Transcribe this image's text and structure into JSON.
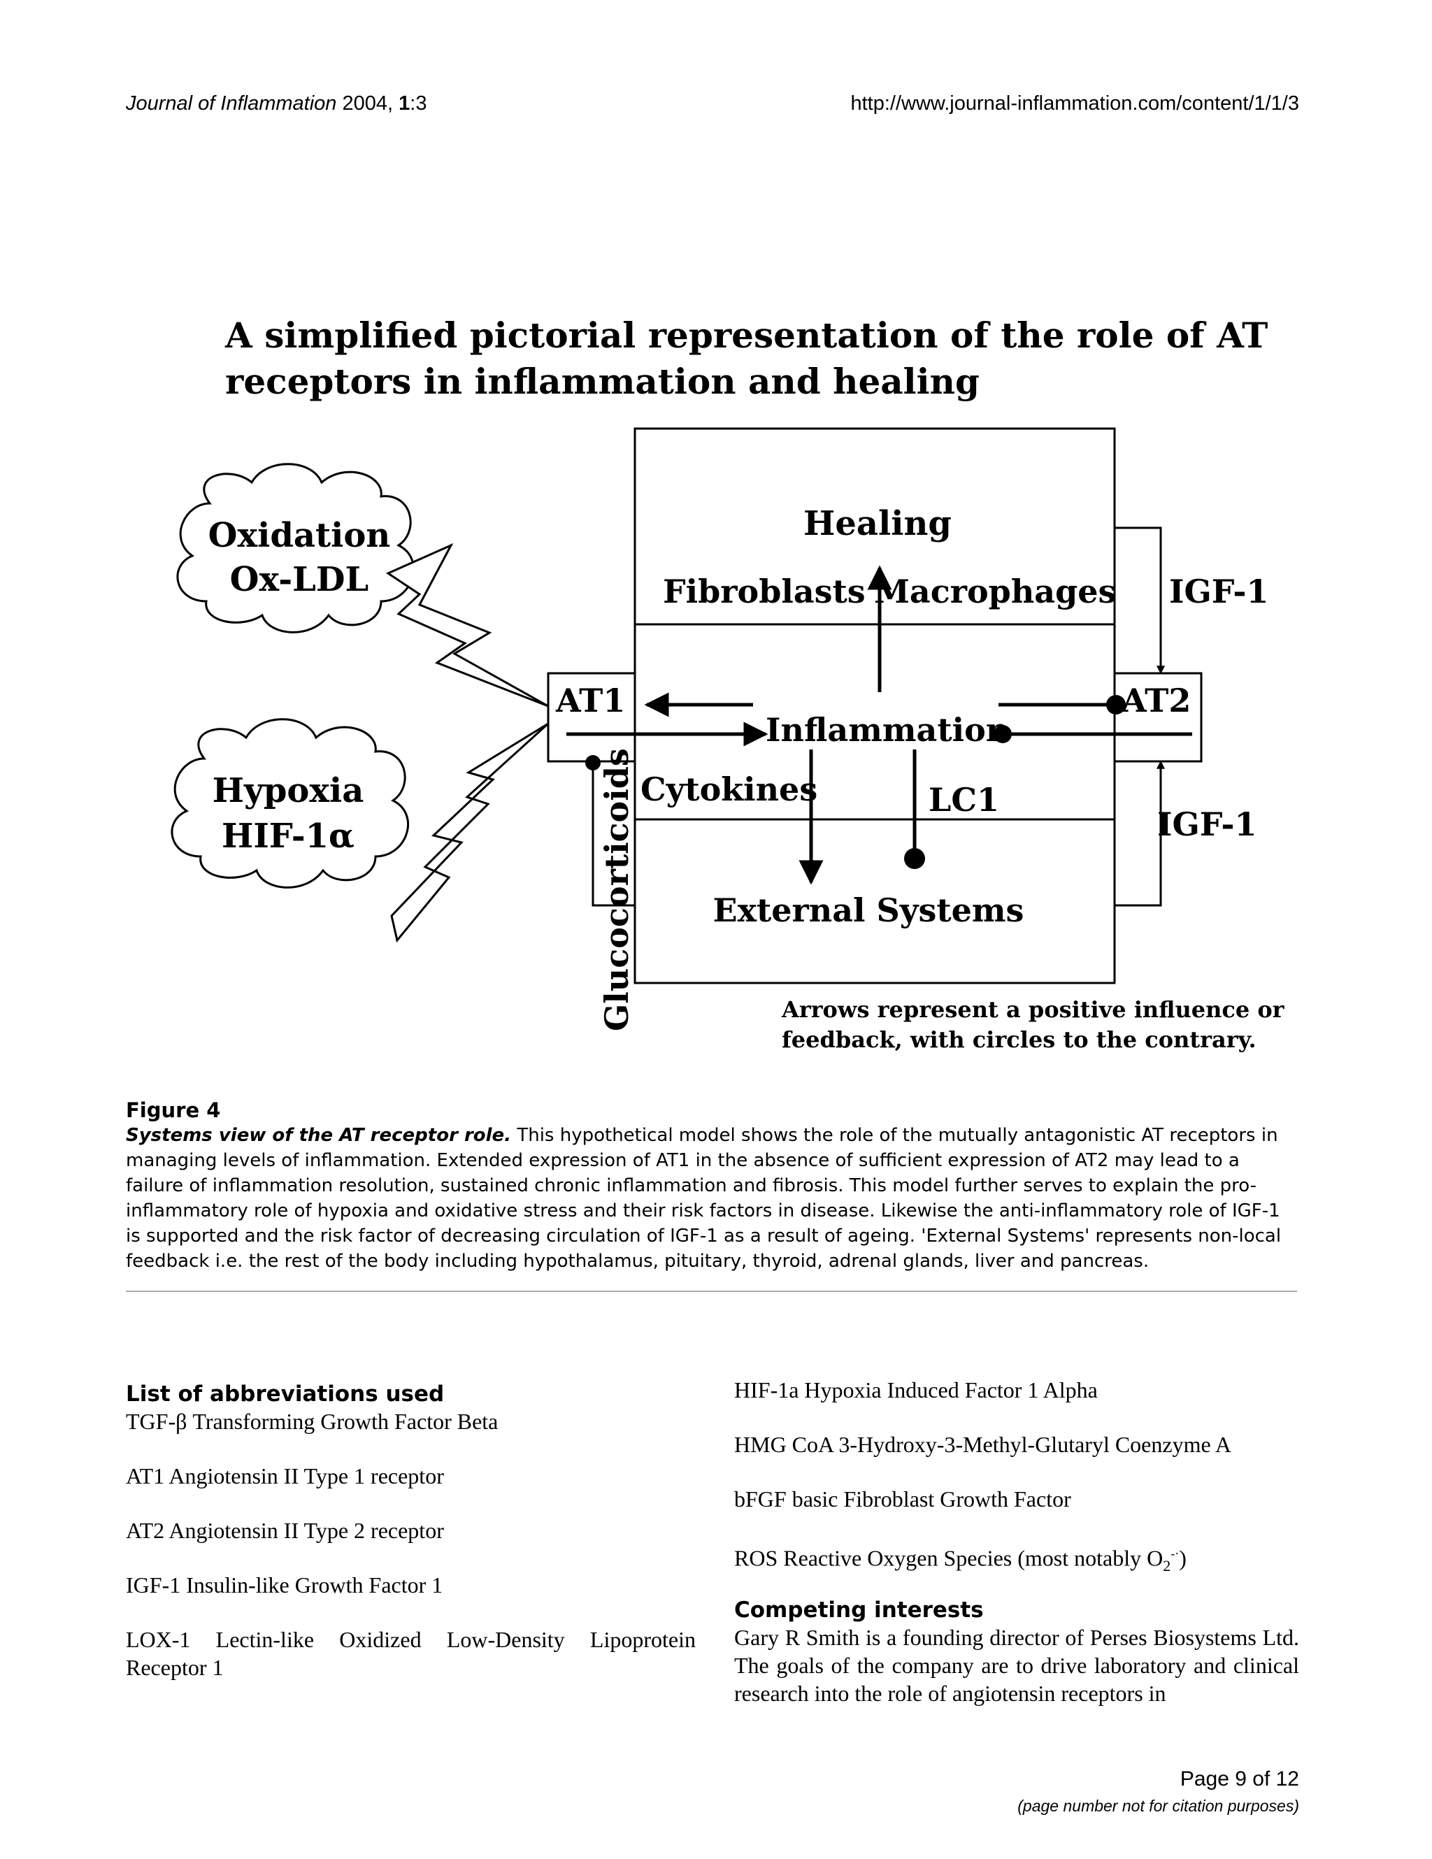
{
  "header": {
    "journal": "Journal of Inflammation",
    "year_issue": " 2004, ",
    "volume": "1",
    "article": ":3",
    "url": "http://www.journal-inflammation.com/content/1/1/3"
  },
  "figure": {
    "title_line1": "A simplified pictorial representation of the role of AT",
    "title_line2": "receptors in inflammation and healing",
    "healing": "Healing",
    "fibroblasts": "Fibroblasts",
    "macrophages": "Macrophages",
    "igf1_top": "IGF-1",
    "igf1_bottom": "IGF-1",
    "at1": "AT1",
    "at2": "AT2",
    "inflammation": "Inflammation",
    "cytokines": "Cytokines",
    "lc1": "LC1",
    "external": "External Systems",
    "glucocorticoids": "Glucocorticoids",
    "oxidation": "Oxidation",
    "oxldl": "Ox-LDL",
    "hypoxia": "Hypoxia",
    "hif": "HIF-1α",
    "legend_line1": "Arrows represent a positive influence or",
    "legend_line2": "feedback, with circles to the contrary."
  },
  "caption": {
    "label": "Figure 4",
    "title": "Systems view of the AT receptor role.",
    "text": " This hypothetical model shows the role of the mutually antagonistic AT receptors in managing levels of inflammation. Extended expression of AT1 in the absence of sufficient expression of AT2 may lead to a failure of inflammation resolution, sustained chronic inflammation and fibrosis. This model further serves to explain the pro-inflammatory role of hypoxia and oxidative stress and their risk factors in disease. Likewise the anti-inflammatory role of IGF-1 is supported and the risk factor of decreasing circulation of IGF-1 as a result of ageing. 'External Systems' represents non-local feedback i.e. the rest of the body including hypothalamus, pituitary, thyroid, adrenal glands, liver and pancreas."
  },
  "abbreviations": {
    "heading": "List of abbreviations used",
    "left": [
      "TGF-β Transforming Growth Factor Beta",
      "AT1 Angiotensin II Type 1 receptor",
      "AT2 Angiotensin II Type 2 receptor",
      "IGF-1 Insulin-like Growth Factor 1",
      "LOX-1 Lectin-like Oxidized Low-Density Lipoprotein Receptor 1"
    ],
    "right": [
      "HIF-1a Hypoxia Induced Factor 1 Alpha",
      "HMG CoA 3-Hydroxy-3-Methyl-Glutaryl Coenzyme A",
      "bFGF basic Fibroblast Growth Factor"
    ],
    "ros_prefix": "ROS Reactive Oxygen Species (most notably O",
    "ros_sub": "2",
    "ros_sup": "-·",
    "ros_suffix": ")"
  },
  "competing": {
    "heading": "Competing interests",
    "text": "Gary R Smith is a founding director of Perses Biosystems Ltd. The goals of the company are to drive laboratory and clinical research into the role of angiotensin receptors in"
  },
  "footer": {
    "page": "Page 9 of 12",
    "note": "(page number not for citation purposes)"
  }
}
